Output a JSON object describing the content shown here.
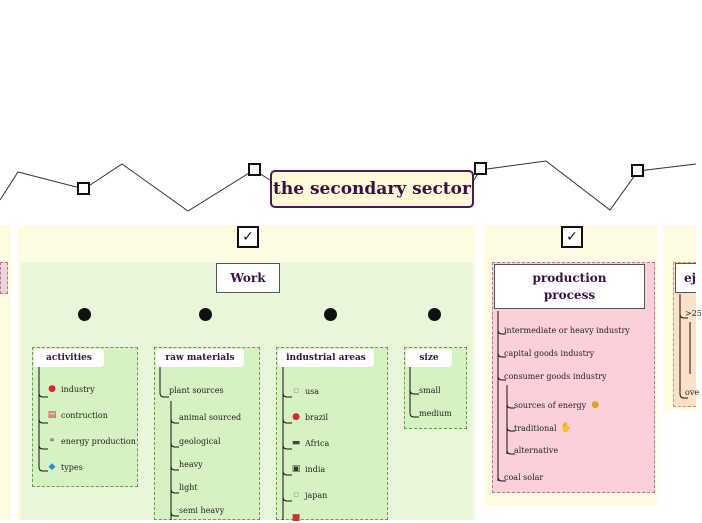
{
  "title": "the secondary sector",
  "work": {
    "label": "Work",
    "groups": [
      {
        "title": "activities",
        "items": [
          {
            "icon": "pin-icon",
            "glyph": "●",
            "color": "#d9262b",
            "label": "industry"
          },
          {
            "icon": "calendar-icon",
            "glyph": "▤",
            "color": "#d9262b",
            "label": "contruction"
          },
          {
            "icon": "link-icon",
            "glyph": "⚭",
            "color": "#777777",
            "label": "energy production"
          },
          {
            "icon": "bird-icon",
            "glyph": "◆",
            "color": "#2a8ad6",
            "label": "types"
          }
        ]
      },
      {
        "title": "raw materials",
        "root": "plant sources",
        "items": [
          "animal sourced",
          "geological",
          "heavy",
          "light",
          "semi heavy"
        ]
      },
      {
        "title": "industrial areas",
        "items": [
          {
            "icon": "flag-icon",
            "glyph": "▫",
            "color": "#999999",
            "label": "usa"
          },
          {
            "icon": "pin-icon",
            "glyph": "●",
            "color": "#d9262b",
            "label": "brazil"
          },
          {
            "icon": "monitor-icon",
            "glyph": "▬",
            "color": "#444444",
            "label": "Africa"
          },
          {
            "icon": "radio-icon",
            "glyph": "▣",
            "color": "#333333",
            "label": "india"
          },
          {
            "icon": "flag-icon",
            "glyph": "▫",
            "color": "#999999",
            "label": "japan"
          },
          {
            "icon": "box-icon",
            "glyph": "■",
            "color": "#c0392b",
            "label": ""
          }
        ]
      },
      {
        "title": "size",
        "items": [
          "small",
          "medium"
        ]
      }
    ]
  },
  "production": {
    "label": "production process",
    "items": [
      "intermediate or heavy industry",
      "capital goods industry",
      "consumer goods industry"
    ],
    "sub_items": [
      {
        "label": "sources of energy",
        "icon": "pin-icon",
        "glyph": "●",
        "color": "#e0a020"
      },
      {
        "label": "traditional",
        "icon": "hand-icon",
        "glyph": "✋",
        "color": "#e8b070"
      },
      {
        "label": "alternative",
        "icon": "",
        "glyph": "",
        "color": ""
      }
    ],
    "last_item": "coal solar"
  },
  "right_partial": {
    "label_fragment": "ej",
    "texts": [
      ">25",
      "ove"
    ]
  },
  "check_glyph": "✓"
}
